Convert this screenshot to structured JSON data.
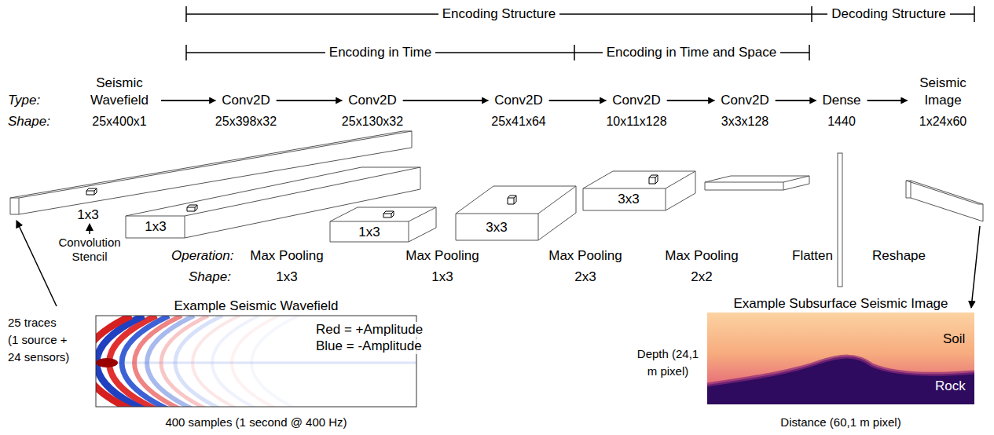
{
  "diagram": {
    "nodes": [
      {
        "text": [
          "Seismic Wavefield",
          "25x400x1"
        ]
      },
      {
        "text": [
          "Conv2D",
          "25x398x32"
        ]
      },
      {
        "text": [
          "Conv2D",
          "25x130x32"
        ]
      },
      {
        "text": [
          "Conv2D",
          "25x41x64"
        ]
      },
      {
        "text": [
          "Conv2D",
          "10x11x128"
        ]
      },
      {
        "text": [
          "Conv2D",
          "3x3x128"
        ]
      },
      {
        "text": [
          "Dense",
          "1440"
        ]
      },
      {
        "text": [
          "Seismic Image",
          "1x24x60"
        ]
      },
      {
        "text": [
          "Example Seismic Wavefield",
          "Red = +Amplitude",
          "Blue = -Amplitude"
        ]
      },
      {
        "text": [
          "Example Subsurface Seismic Image",
          "Soil",
          "Rock"
        ]
      }
    ],
    "edges": [
      {
        "from": 0,
        "to": 1,
        "arrow": "to"
      },
      {
        "from": 1,
        "to": 2,
        "arrow": "to"
      },
      {
        "from": 2,
        "to": 3,
        "arrow": "to"
      },
      {
        "from": 3,
        "to": 4,
        "arrow": "to"
      },
      {
        "from": 4,
        "to": 5,
        "arrow": "to"
      },
      {
        "from": 5,
        "to": 6,
        "arrow": "to"
      },
      {
        "from": 6,
        "to": 7,
        "arrow": "to"
      }
    ],
    "labels": [
      "Encoding Structure",
      "Decoding Structure",
      "Encoding in Time",
      "Encoding in Time and Space",
      "Type:",
      "Shape:",
      "1x3",
      "Convolution Stencil",
      "1x3",
      "1x3",
      "3x3",
      "3x3",
      "Operation:",
      "Shape:",
      "Max Pooling",
      "1x3",
      "Max Pooling",
      "1x3",
      "Max Pooling",
      "2x3",
      "Max Pooling",
      "2x2",
      "Flatten",
      "Reshape",
      "25 traces (1 source + 24 sensors)",
      "400 samples (1 second @ 400 Hz)",
      "Depth (24,1 m pixel)",
      "Distance (60,1 m pixel)"
    ]
  }
}
